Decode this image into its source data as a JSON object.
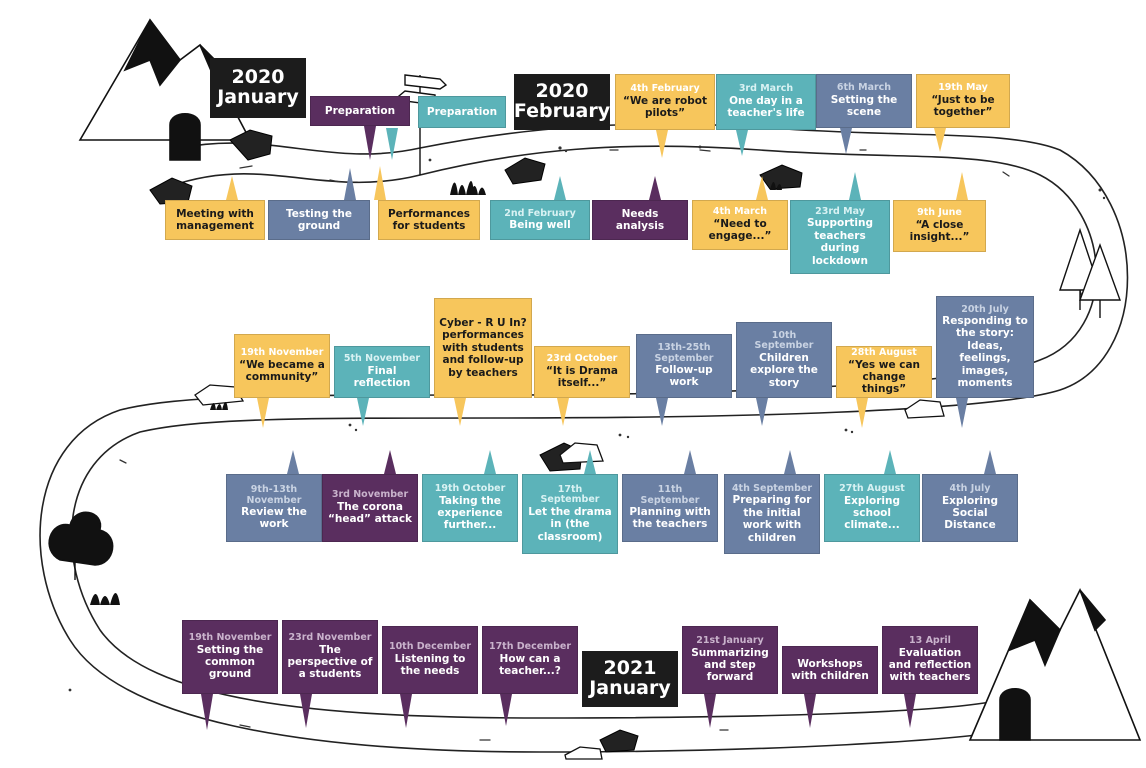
{
  "colors": {
    "yellow": "#f7c65c",
    "teal": "#5cb3b9",
    "slate": "#6a7fa3",
    "purple": "#5a2e5f",
    "badge": "#1c1c1c"
  },
  "year_badges": [
    {
      "id": "badge-2020-january",
      "year": "2020",
      "month": "January"
    },
    {
      "id": "badge-2020-february",
      "year": "2020",
      "month": "February"
    },
    {
      "id": "badge-2021-january",
      "year": "2021",
      "month": "January"
    }
  ],
  "row1": [
    {
      "id": "preparation-1",
      "color": "purple",
      "date": "",
      "label": "Preparation"
    },
    {
      "id": "preparation-2",
      "color": "teal",
      "date": "",
      "label": "Preparation"
    },
    {
      "id": "meeting-management",
      "color": "yellow",
      "date": "",
      "label": "Meeting with management"
    },
    {
      "id": "testing-ground",
      "color": "slate",
      "date": "",
      "label": "Testing the ground"
    },
    {
      "id": "performances-students",
      "color": "yellow",
      "date": "",
      "label": "Performances for students"
    },
    {
      "id": "being-well",
      "color": "teal",
      "date": "2nd February",
      "label": "Being well"
    },
    {
      "id": "needs-analysis",
      "color": "purple",
      "date": "",
      "label": "Needs analysis"
    },
    {
      "id": "robot-pilots",
      "color": "yellow",
      "date": "4th February",
      "label": "“We are robot pilots”"
    },
    {
      "id": "teachers-life",
      "color": "teal",
      "date": "3rd March",
      "label": "One day in a teacher's life"
    },
    {
      "id": "setting-scene",
      "color": "slate",
      "date": "6th March",
      "label": "Setting the scene"
    },
    {
      "id": "just-together",
      "color": "yellow",
      "date": "19th May",
      "label": "“Just to be together”"
    },
    {
      "id": "need-engage",
      "color": "yellow",
      "date": "4th March",
      "label": "“Need to engage...”"
    },
    {
      "id": "supporting-teachers",
      "color": "teal",
      "date": "23rd May",
      "label": "Supporting teachers during lockdown"
    },
    {
      "id": "close-insight",
      "color": "yellow",
      "date": "9th June",
      "label": "“A close insight...”"
    }
  ],
  "row2_top": [
    {
      "id": "became-community",
      "color": "yellow",
      "date": "19th November",
      "label": "“We became a community”"
    },
    {
      "id": "final-reflection",
      "color": "teal",
      "date": "5th November",
      "label": "Final reflection"
    },
    {
      "id": "cyber-ru-in",
      "color": "yellow",
      "date": "",
      "label": "Cyber - R U In? performances with students and follow-up by teachers"
    },
    {
      "id": "drama-itself",
      "color": "yellow",
      "date": "23rd October",
      "label": "“It is Drama itself...”"
    },
    {
      "id": "follow-up-work",
      "color": "slate",
      "date": "13th-25th September",
      "label": "Follow-up work"
    },
    {
      "id": "children-explore",
      "color": "slate",
      "date": "10th September",
      "label": "Children explore the story"
    },
    {
      "id": "we-can-change",
      "color": "yellow",
      "date": "28th August",
      "label": "“Yes we can change things”"
    },
    {
      "id": "responding-story",
      "color": "slate",
      "date": "20th July",
      "label": "Responding to the story: Ideas, feelings, images, moments"
    }
  ],
  "row2_bottom": [
    {
      "id": "review-work",
      "color": "slate",
      "date": "9th-13th November",
      "label": "Review the work"
    },
    {
      "id": "corona-head",
      "color": "purple",
      "date": "3rd November",
      "label": "The corona “head” attack"
    },
    {
      "id": "experience-further",
      "color": "teal",
      "date": "19th October",
      "label": "Taking the experience further..."
    },
    {
      "id": "drama-classroom",
      "color": "teal",
      "date": "17th September",
      "label": "Let the drama in (the classroom)"
    },
    {
      "id": "planning-teachers",
      "color": "slate",
      "date": "11th September",
      "label": "Planning with the teachers"
    },
    {
      "id": "preparing-initial",
      "color": "slate",
      "date": "4th September",
      "label": "Preparing for the initial work with children"
    },
    {
      "id": "school-climate",
      "color": "teal",
      "date": "27th August",
      "label": "Exploring school climate..."
    },
    {
      "id": "social-distance",
      "color": "slate",
      "date": "4th July",
      "label": "Exploring Social Distance"
    }
  ],
  "row3": [
    {
      "id": "common-ground",
      "color": "purple",
      "date": "19th November",
      "label": "Setting the common ground"
    },
    {
      "id": "perspective-students",
      "color": "purple",
      "date": "23rd November",
      "label": "The perspective of a students"
    },
    {
      "id": "listening-needs",
      "color": "purple",
      "date": "10th December",
      "label": "Listening to the needs"
    },
    {
      "id": "how-teacher",
      "color": "purple",
      "date": "17th December",
      "label": "How can a teacher...?"
    },
    {
      "id": "summarizing",
      "color": "purple",
      "date": "21st January",
      "label": "Summarizing and step forward"
    },
    {
      "id": "workshops-children",
      "color": "purple",
      "date": "",
      "label": "Workshops with children"
    },
    {
      "id": "evaluation-reflection",
      "color": "purple",
      "date": "13 April",
      "label": "Evaluation and reflection with teachers"
    }
  ]
}
